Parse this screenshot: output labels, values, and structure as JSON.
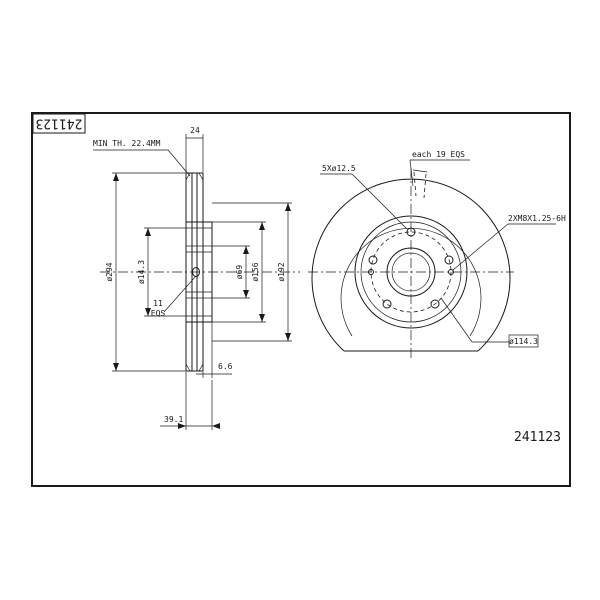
{
  "drawing": {
    "title_block_number": "241123",
    "part_number": "241123",
    "labels": {
      "min_thickness": "MIN TH. 22.4MM",
      "width": "24",
      "outer_diameter": "ø294",
      "hub_bore_diameter": "ø14.3",
      "center_bore": "ø69",
      "hat_diameter": "ø156",
      "friction_inner": "ø192",
      "vent_count": "11",
      "vent_eqs": "EQS",
      "hat_thickness": "6.6",
      "offset": "39.1",
      "bolt_holes": "5Xø12.5",
      "vent_angle": "each 19  EQS",
      "thread_holes": "2XM8X1.25-6H",
      "pcd": "ø114.3"
    }
  }
}
